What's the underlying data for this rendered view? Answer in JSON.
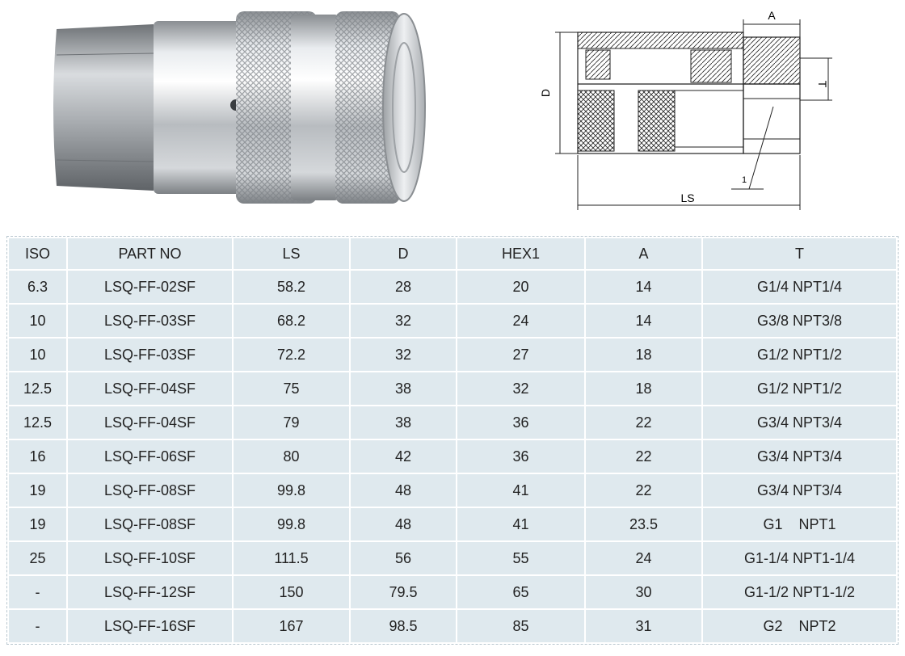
{
  "drawing_labels": {
    "a": "A",
    "d": "D",
    "t": "T",
    "ls": "LS",
    "hex": "1"
  },
  "table": {
    "headers": [
      "ISO",
      "PART NO",
      "LS",
      "D",
      "HEX1",
      "A",
      "T"
    ],
    "rows": [
      [
        "6.3",
        "LSQ-FF-02SF",
        "58.2",
        "28",
        "20",
        "14",
        "G1/4 NPT1/4"
      ],
      [
        "10",
        "LSQ-FF-03SF",
        "68.2",
        "32",
        "24",
        "14",
        "G3/8 NPT3/8"
      ],
      [
        "10",
        "LSQ-FF-03SF",
        "72.2",
        "32",
        "27",
        "18",
        "G1/2 NPT1/2"
      ],
      [
        "12.5",
        "LSQ-FF-04SF",
        "75",
        "38",
        "32",
        "18",
        "G1/2 NPT1/2"
      ],
      [
        "12.5",
        "LSQ-FF-04SF",
        "79",
        "38",
        "36",
        "22",
        "G3/4 NPT3/4"
      ],
      [
        "16",
        "LSQ-FF-06SF",
        "80",
        "42",
        "36",
        "22",
        "G3/4 NPT3/4"
      ],
      [
        "19",
        "LSQ-FF-08SF",
        "99.8",
        "48",
        "41",
        "22",
        "G3/4 NPT3/4"
      ],
      [
        "19",
        "LSQ-FF-08SF",
        "99.8",
        "48",
        "41",
        "23.5",
        "G1    NPT1"
      ],
      [
        "25",
        "LSQ-FF-10SF",
        "111.5",
        "56",
        "55",
        "24",
        "G1-1/4 NPT1-1/4"
      ],
      [
        "-",
        "LSQ-FF-12SF",
        "150",
        "79.5",
        "65",
        "30",
        "G1-1/2 NPT1-1/2"
      ],
      [
        "-",
        "LSQ-FF-16SF",
        "167",
        "98.5",
        "85",
        "31",
        "G2    NPT2"
      ]
    ]
  }
}
